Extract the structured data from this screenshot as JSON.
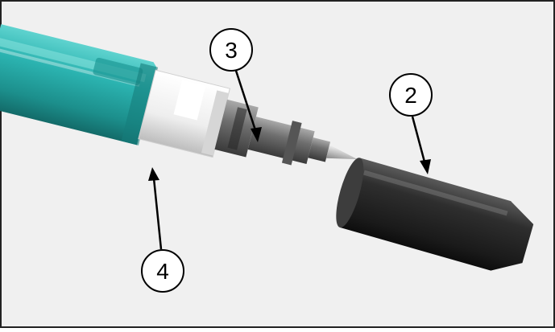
{
  "figure": {
    "background_color": "#f0f0f0",
    "border_color": "#222222",
    "callouts": [
      {
        "id": "callout-3",
        "label": "3",
        "points_to": "needle-hub"
      },
      {
        "id": "callout-2",
        "label": "2",
        "points_to": "protective-cap"
      },
      {
        "id": "callout-4",
        "label": "4",
        "points_to": "white-collar"
      }
    ],
    "colors": {
      "handpiece": "#2bb3b0",
      "collar": "#f4f4f4",
      "needle_hub": "#6f6f6f",
      "needle": "#c8c8c8",
      "cap": "#2e2e2e"
    }
  }
}
